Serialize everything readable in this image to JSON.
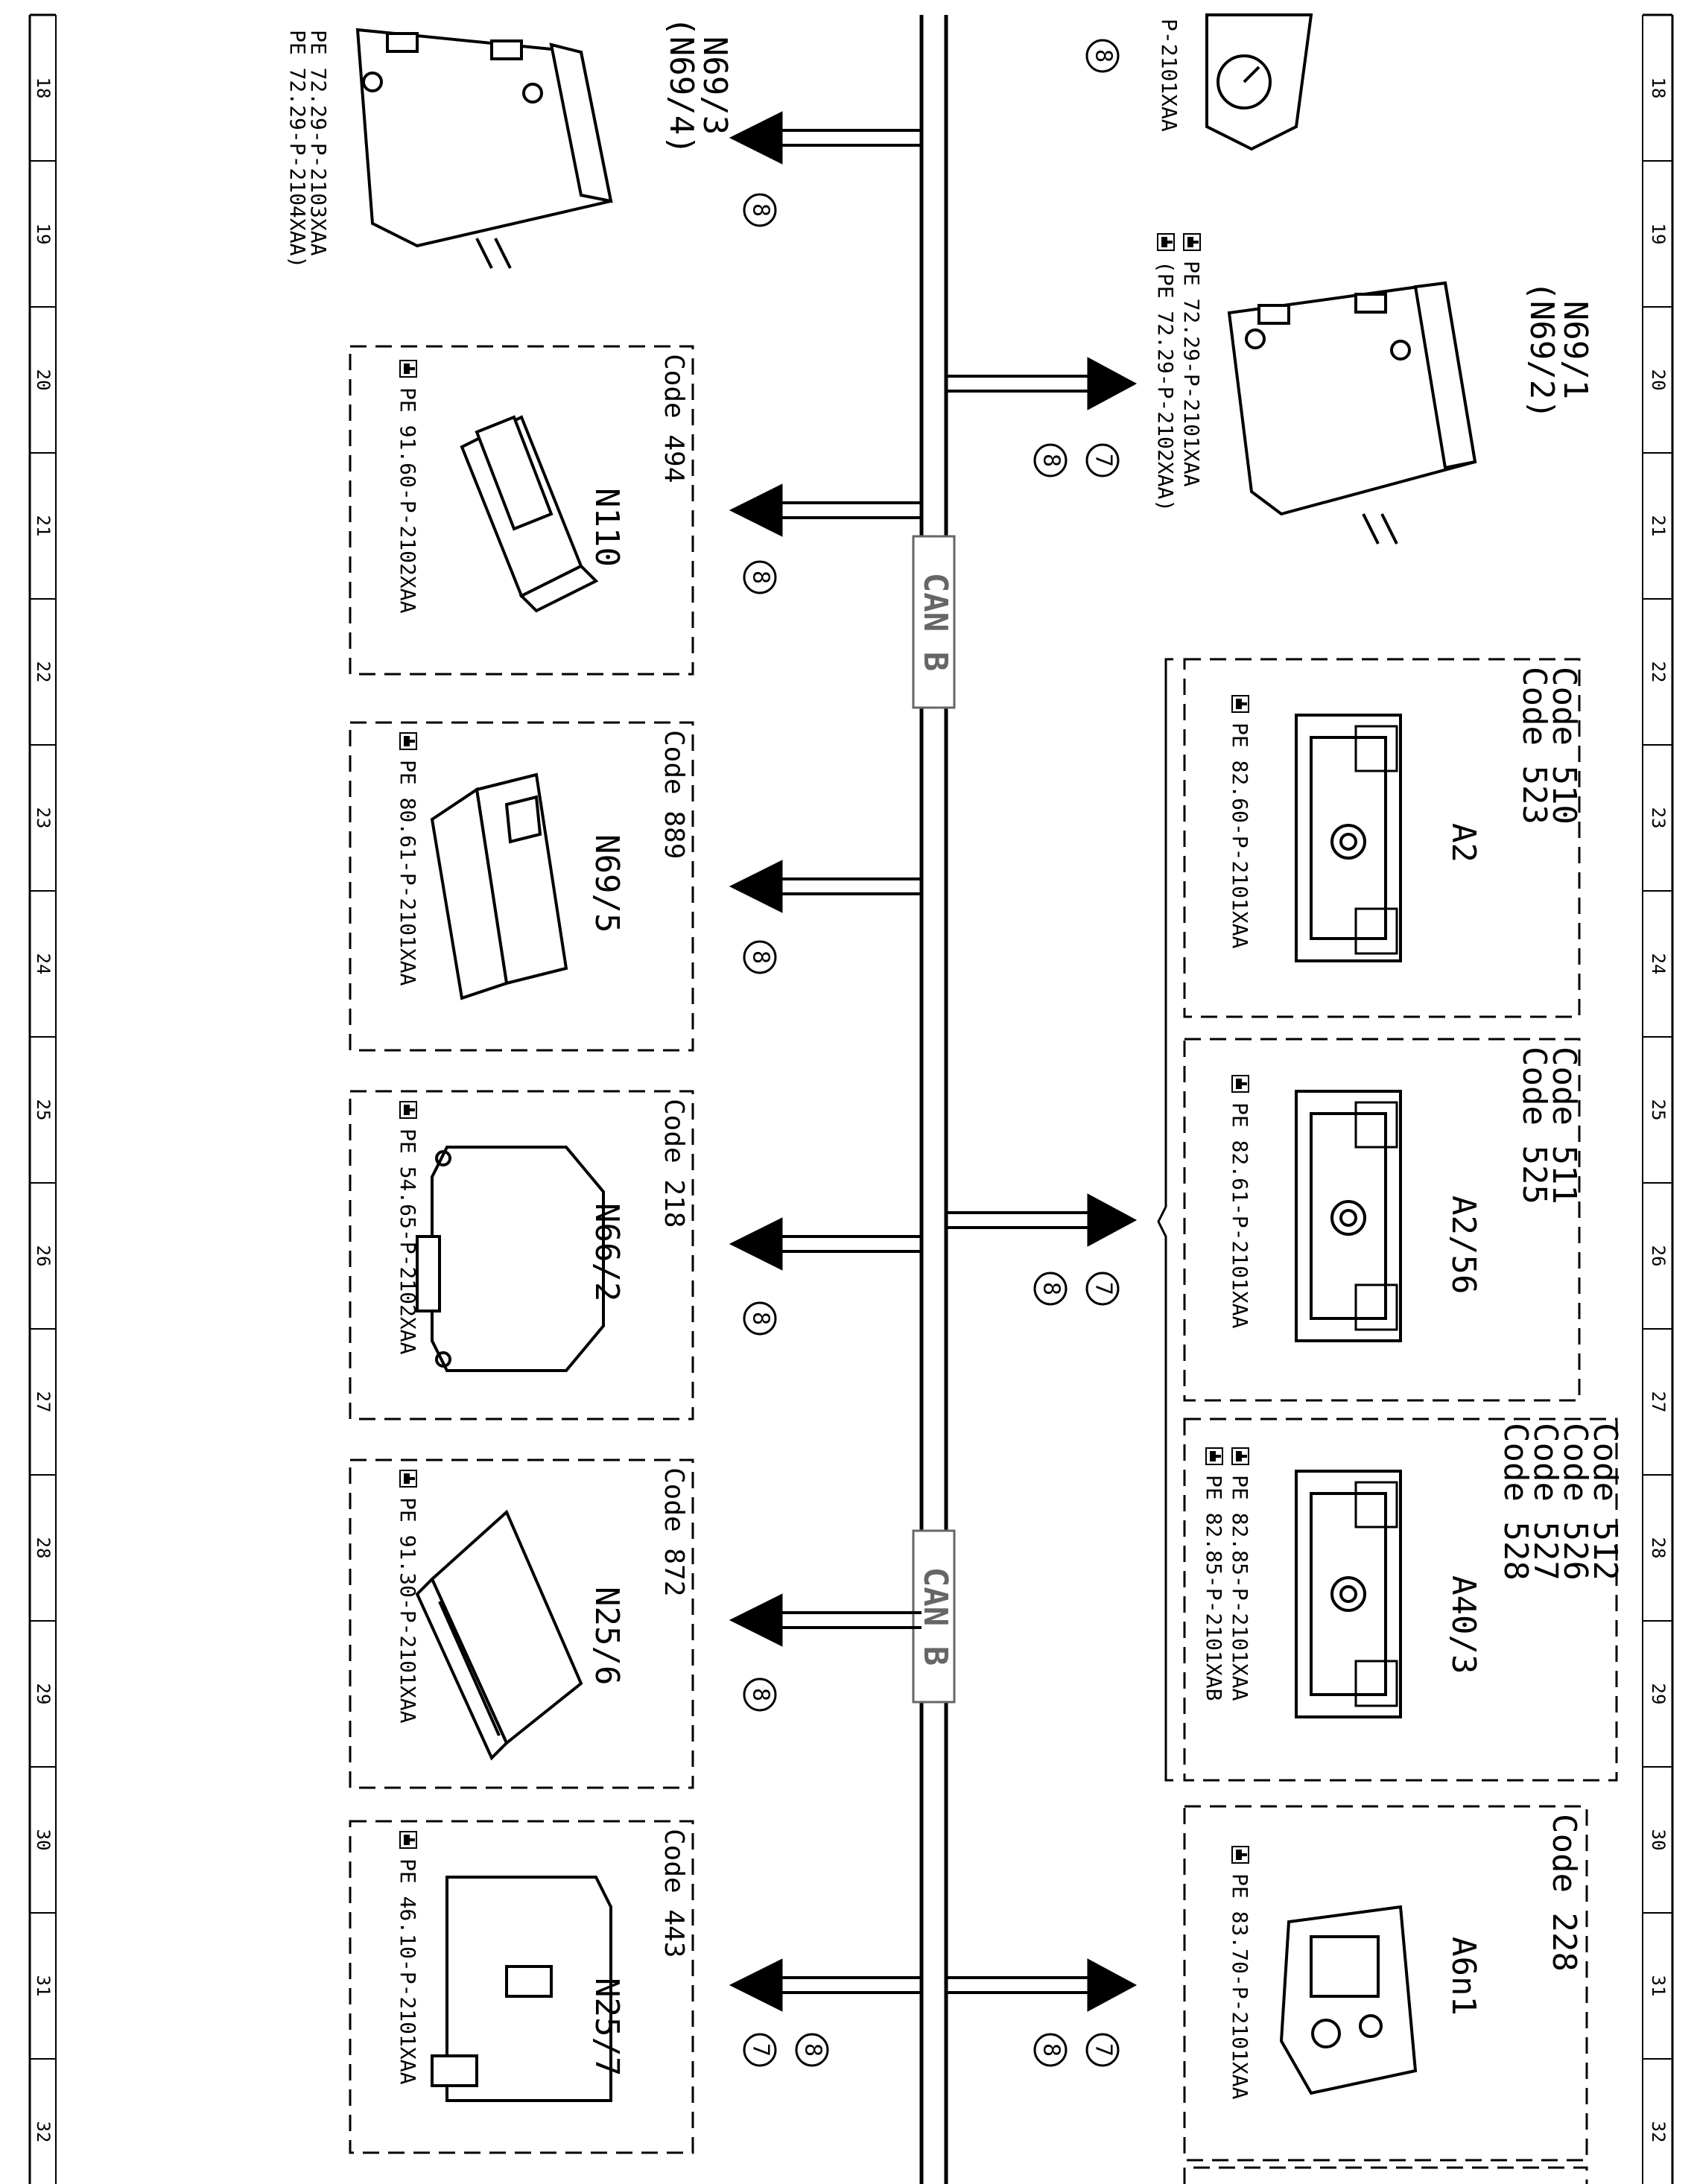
{
  "bus": {
    "label_upper": "CAN B",
    "label_lower": "CAN B"
  },
  "ruler": [
    "18",
    "19",
    "20",
    "21",
    "22",
    "23",
    "24",
    "25",
    "26",
    "27",
    "28",
    "29",
    "30",
    "31",
    "32"
  ],
  "ref_icon": "pointing-hand-icon",
  "components": {
    "n69_3": {
      "name": "N69/3",
      "alt": "(N69/4)",
      "refs": [
        "PE 72.29-P-2103XAA",
        "PE 72.29-P-2104XAA)"
      ],
      "signals": [
        "8"
      ]
    },
    "n110": {
      "code": "Code 494",
      "name": "N110",
      "ref": "PE 91.60-P-2102XAA",
      "signals": [
        "8"
      ]
    },
    "n69_5": {
      "code": "Code 889",
      "name": "N69/5",
      "ref": "PE 80.61-P-2101XAA",
      "signals": [
        "8"
      ]
    },
    "n66_2": {
      "code": "Code 218",
      "name": "N66/2",
      "ref": "PE 54.65-P-2102XAA",
      "signals": [
        "8"
      ]
    },
    "n25_6": {
      "code": "Code 872",
      "name": "N25/6",
      "ref": "PE 91.30-P-2101XAA",
      "signals": [
        "8"
      ]
    },
    "n25_7": {
      "code": "Code 443",
      "name": "N25/7",
      "ref": "PE 46.10-P-2101XAA",
      "signals": [
        "8",
        "7"
      ]
    },
    "top_cluster": {
      "ref": "P-2101XAA",
      "signals": [
        "8"
      ]
    },
    "n69_1": {
      "name": "N69/1",
      "alt": "(N69/2)",
      "refs": [
        "PE 72.29-P-2101XAA",
        "(PE 72.29-P-2102XAA)"
      ],
      "signals": [
        "7",
        "8"
      ]
    },
    "a2": {
      "codes": [
        "Code 510",
        "Code 523"
      ],
      "name": "A2",
      "ref": "PE 82.60-P-2101XAA"
    },
    "a2_56": {
      "codes": [
        "Code 511",
        "Code 525"
      ],
      "name": "A2/56",
      "ref": "PE 82.61-P-2101XAA"
    },
    "a40_3": {
      "codes": [
        "Code 512",
        "Code 526",
        "Code 527",
        "Code 528"
      ],
      "name": "A40/3",
      "refs": [
        "PE 82.85-P-2101XAA",
        "PE 82.85-P-2101XAB"
      ]
    },
    "audio_group": {
      "signals": [
        "7",
        "8"
      ]
    },
    "a6n1": {
      "code": "Code 228",
      "name": "A6n1",
      "ref": "PE 83.70-P-2101XAA",
      "signals": [
        "7",
        "8"
      ]
    }
  }
}
